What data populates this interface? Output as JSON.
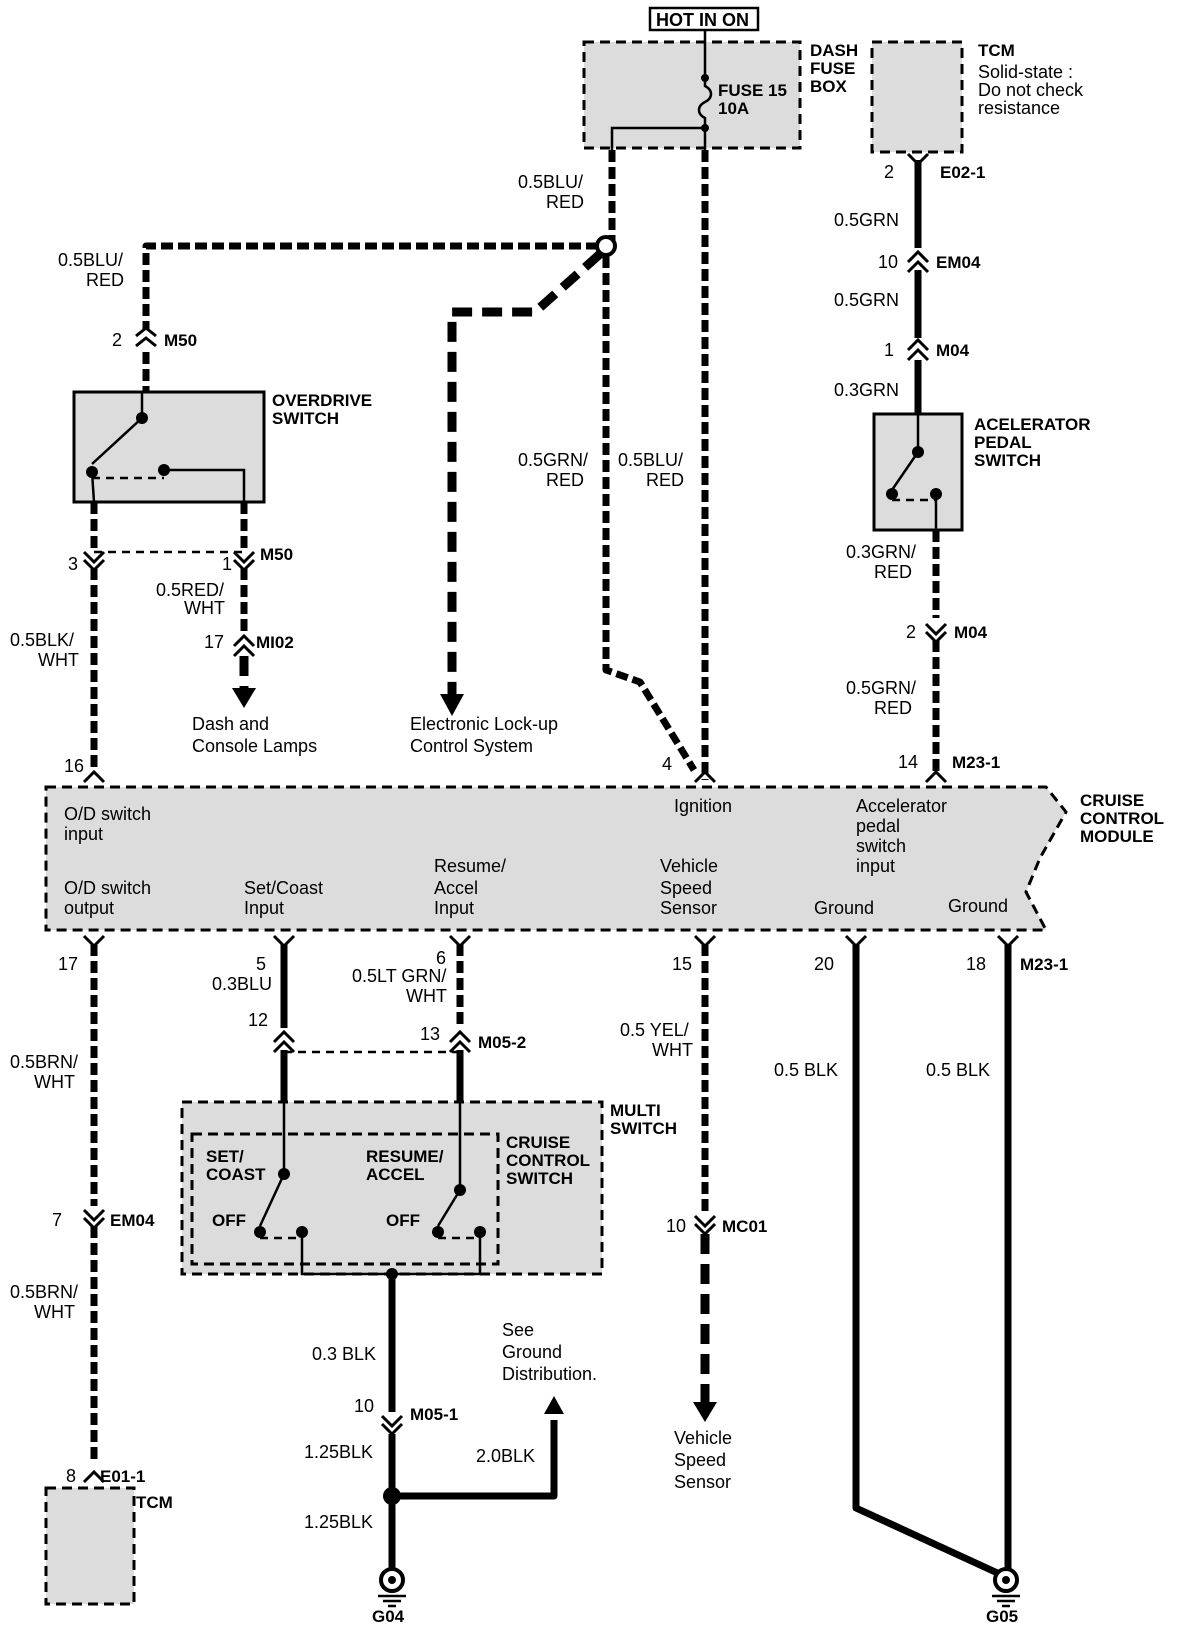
{
  "hot_in_on": "HOT IN ON",
  "dash_fuse_box": {
    "l1": "DASH",
    "l2": "FUSE",
    "l3": "BOX",
    "fuse": "FUSE 15",
    "amps": "10A"
  },
  "tcm_top": {
    "name": "TCM",
    "note1": "Solid-state :",
    "note2": "Do not check",
    "note3": "resistance"
  },
  "overdrive_switch": {
    "l1": "OVERDRIVE",
    "l2": "SWITCH"
  },
  "accel_pedal_switch": {
    "l1": "ACELERATOR",
    "l2": "PEDAL",
    "l3": "SWITCH"
  },
  "cruise_module": {
    "l1": "CRUISE",
    "l2": "CONTROL",
    "l3": "MODULE",
    "od_in1": "O/D switch",
    "od_in2": "input",
    "ign": "Ignition",
    "acc1": "Accelerator",
    "acc2": "pedal",
    "acc3": "switch",
    "acc4": "input",
    "od_out1": "O/D  switch",
    "od_out2": "output",
    "set1": "Set/Coast",
    "set2": "Input",
    "res1": "Resume/",
    "res2": "Accel",
    "res3": "Input",
    "vss1": "Vehicle",
    "vss2": "Speed",
    "vss3": "Sensor",
    "gnd1": "Ground",
    "gnd2": "Ground"
  },
  "multi_switch": {
    "l1": "MULTI",
    "l2": "SWITCH"
  },
  "cruise_switch": {
    "l1": "CRUISE",
    "l2": "CONTROL",
    "l3": "SWITCH",
    "set1": "SET/",
    "set2": "COAST",
    "res1": "RESUME/",
    "res2": "ACCEL",
    "off1": "OFF",
    "off2": "OFF"
  },
  "destinations": {
    "dash1": "Dash and",
    "dash2": "Console Lamps",
    "elc1": "Electronic Lock-up",
    "elc2": "Control System",
    "vss1": "Vehicle",
    "vss2": "Speed",
    "vss3": "Sensor",
    "gnd1": "See",
    "gnd2": "Ground",
    "gnd3": "Distribution.",
    "tcm_bottom": "TCM"
  },
  "grounds": {
    "g04": "G04",
    "g05": "G05"
  },
  "wires": {
    "blu_red_top_a": "0.5BLU/",
    "blu_red_top_b": "RED",
    "blu_red_left_a": "0.5BLU/",
    "blu_red_left_b": "RED",
    "grn_red_a": "0.5GRN/",
    "grn_red_b": "RED",
    "blu_red_mid_a": "0.5BLU/",
    "blu_red_mid_b": "RED",
    "red_wht_a": "0.5RED/",
    "red_wht_b": "WHT",
    "blk_wht_a": "0.5BLK/",
    "blk_wht_b": "WHT",
    "grn1": "0.5GRN",
    "grn2": "0.5GRN",
    "grn3": "0.3GRN",
    "grn_red2_a": "0.3GRN/",
    "grn_red2_b": "RED",
    "grn_red3_a": "0.5GRN/",
    "grn_red3_b": "RED",
    "brn_wht1_a": "0.5BRN/",
    "brn_wht1_b": "WHT",
    "brn_wht2_a": "0.5BRN/",
    "brn_wht2_b": "WHT",
    "blu": "0.3BLU",
    "ltgrn_a": "0.5LT GRN/",
    "ltgrn_b": "WHT",
    "yel_a": "0.5 YEL/",
    "yel_b": "WHT",
    "blk20": "0.5 BLK",
    "blk18": "0.5 BLK",
    "blk03": "0.3 BLK",
    "blk125a": "1.25BLK",
    "blk125b": "1.25BLK",
    "blk20g": "2.0BLK"
  },
  "connectors": {
    "m50": "M50",
    "m50b": "M50",
    "mi02": "MI02",
    "e02": "E02-1",
    "em04a": "EM04",
    "m04a": "M04",
    "m04b": "M04",
    "m23a": "M23-1",
    "m23b": "M23-1",
    "m05_2": "M05-2",
    "em04b": "EM04",
    "mc01": "MC01",
    "m05_1": "M05-1",
    "e01": "E01-1"
  },
  "pins": {
    "p2_m50": "2",
    "p3": "3",
    "p1": "1",
    "p17a": "17",
    "p2_tcm": "2",
    "p10_em04": "10",
    "p1_m04": "1",
    "p2_m04": "2",
    "p14": "14",
    "p16": "16",
    "p4": "4",
    "p17b": "17",
    "p5": "5",
    "p6": "6",
    "p15": "15",
    "p20": "20",
    "p18": "18",
    "p12": "12",
    "p13": "13",
    "p7": "7",
    "p10_mc01": "10",
    "p10_m05": "10",
    "p8": "8"
  }
}
